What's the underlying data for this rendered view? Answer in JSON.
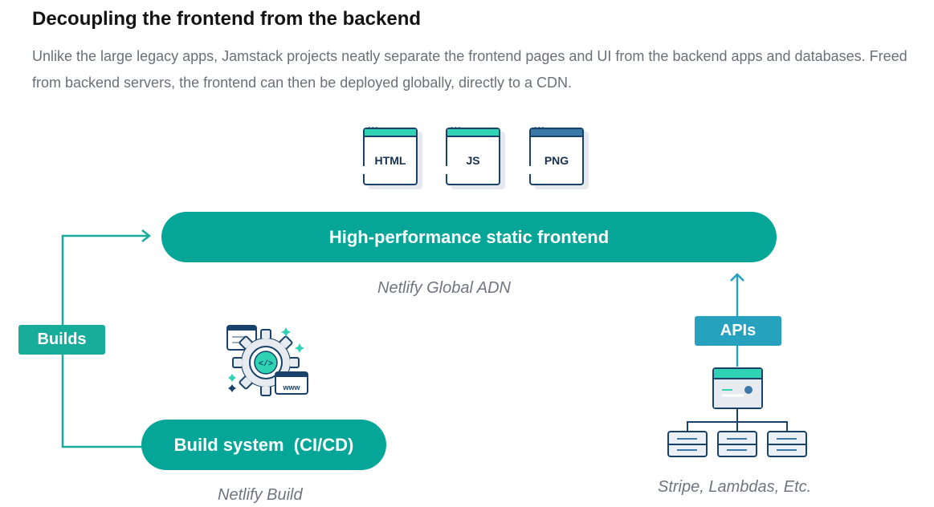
{
  "heading": "Decoupling the frontend from the backend",
  "description": "Unlike the large legacy apps, Jamstack projects neatly separate the frontend pages and UI from the backend apps and databases. Freed from backend servers, the frontend can then be deployed globally, directly to a CDN.",
  "files": [
    {
      "label": "HTML",
      "bar_color": "#2fd3b4"
    },
    {
      "label": "JS",
      "bar_color": "#2fd3b4"
    },
    {
      "label": "PNG",
      "bar_color": "#3a78a8"
    }
  ],
  "frontend": {
    "label": "High-performance static frontend",
    "caption": "Netlify Global ADN"
  },
  "build": {
    "label": "Build system  (CI/CD)",
    "caption": "Netlify Build",
    "tag": "Builds"
  },
  "backend": {
    "tag": "APIs",
    "caption": "Stripe, Lambdas, Etc."
  },
  "icons": [
    "gear-code-icon",
    "server-tree-icon"
  ],
  "colors": {
    "teal": "#05a597",
    "builds_tag": "#18ac9b",
    "apis_tag": "#26a2be",
    "navy": "#18426a",
    "mint": "#2fd3b4"
  }
}
